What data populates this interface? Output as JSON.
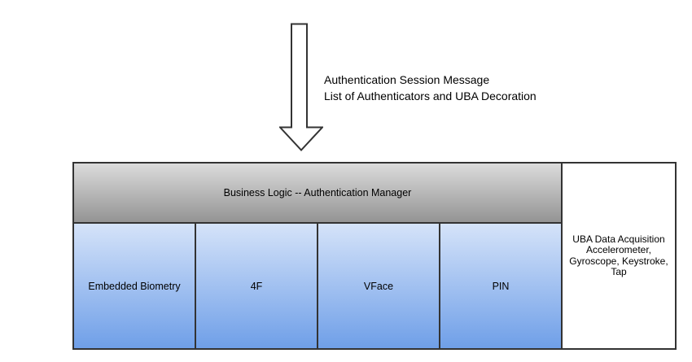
{
  "colors": {
    "border": "#333333",
    "gray_top": "#dcdcdc",
    "gray_bottom": "#949494",
    "blue_top": "#d5e3f9",
    "blue_bottom": "#6f9fe8",
    "background": "#ffffff",
    "text": "#000000"
  },
  "annotation": {
    "line1": "Authentication Session Message",
    "line2": "List of Authenticators and UBA Decoration"
  },
  "diagram": {
    "header": {
      "label": "Business Logic -- Authentication Manager"
    },
    "authenticators": [
      {
        "label": "Embedded Biometry"
      },
      {
        "label": "4F"
      },
      {
        "label": "VFace"
      },
      {
        "label": "PIN"
      }
    ],
    "uba_box": {
      "label": "UBA Data Acquisition Accelerometer, Gyroscope, Keystroke, Tap"
    }
  }
}
